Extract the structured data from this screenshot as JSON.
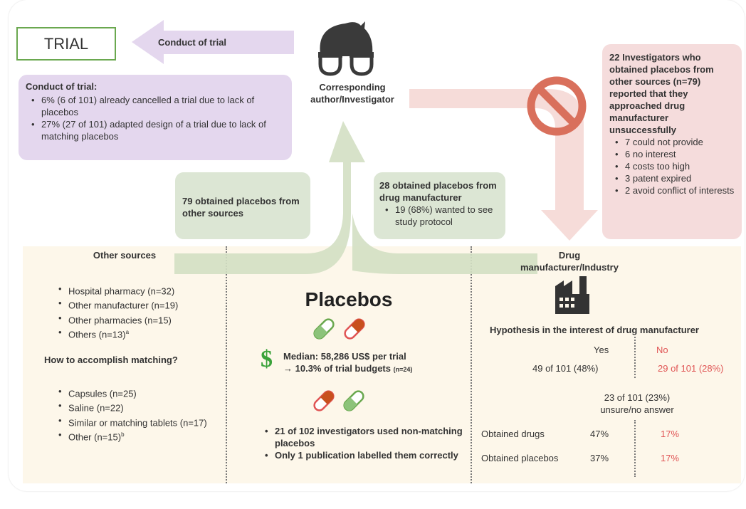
{
  "trial": {
    "box_label": "TRIAL",
    "arrow_label": "Conduct of trial",
    "panel_title": "Conduct of trial:",
    "items": [
      "6% (6 of 101) already cancelled a trial due to lack of placebos",
      "27% (27 of 101) adapted design  of a trial due to lack of matching placebos"
    ]
  },
  "investigator": {
    "icon": "person-with-glasses-icon",
    "label_line1": "Corresponding",
    "label_line2": "author/Investigator"
  },
  "unsuccessful": {
    "icon": "prohibited-icon",
    "title": "22 Investigators who obtained placebos from other sources (n=79) reported that they approached drug manufacturer unsuccessfully",
    "items": [
      "7 could not provide",
      "6 no interest",
      "4 costs too high",
      "3 patent expired",
      "2 avoid conflict of interests"
    ]
  },
  "flows": {
    "other_sources_label": "79 obtained placebos from other sources",
    "manufacturer_title": "28 obtained placebos from drug manufacturer",
    "manufacturer_items": [
      "19 (68%) wanted to see study protocol"
    ]
  },
  "other_sources": {
    "heading": "Other sources",
    "items": [
      {
        "text": "Hospital pharmacy (n=32)",
        "sup": ""
      },
      {
        "text": "Other manufacturer (n=19)",
        "sup": ""
      },
      {
        "text": "Other pharmacies (n=15)",
        "sup": ""
      },
      {
        "text": "Others (n=13)",
        "sup": "a"
      }
    ],
    "matching_heading": "How to accomplish matching?",
    "matching_items": [
      {
        "text": "Capsules (n=25)",
        "sup": ""
      },
      {
        "text": "Saline (n=22)",
        "sup": ""
      },
      {
        "text": "Similar or matching tablets (n=17)",
        "sup": ""
      },
      {
        "text": "Other (n=15)",
        "sup": "b"
      }
    ]
  },
  "placebos": {
    "title": "Placebos",
    "pill_icons_top": [
      "green-pill-icon",
      "red-pill-icon"
    ],
    "dollar_icon": "dollar-icon",
    "median_line": "Median: 58,286 US$ per trial",
    "budget_arrow": "→",
    "budget_line": "10.3% of trial budgets",
    "budget_n": "(n=24)",
    "pill_icons_bottom": [
      "red-pill-icon",
      "green-pill-icon"
    ],
    "items": [
      "21 of 102 investigators used non-matching placebos",
      "Only 1 publication labelled them correctly"
    ]
  },
  "manufacturer": {
    "heading_line1": "Drug",
    "heading_line2": "manufacturer/Industry",
    "icon": "factory-icon",
    "hypothesis_title": "Hypothesis in the interest of drug manufacturer",
    "yes_label": "Yes",
    "no_label": "No",
    "yes_value": "49 of 101 (48%)",
    "no_value": "29 of 101 (28%)",
    "unsure_value": "23 of 101 (23%)",
    "unsure_label": "unsure/no answer",
    "rows": [
      {
        "label": "Obtained drugs",
        "yes": "47%",
        "no": "17%"
      },
      {
        "label": "Obtained placebos",
        "yes": "37%",
        "no": "17%"
      }
    ]
  },
  "colors": {
    "trial_green": "#6aa84f",
    "purple": "#e4d7ee",
    "pink": "#f5dcdc",
    "green": "#dce6d4",
    "cream": "#fdf7ea",
    "no_red": "#e05555",
    "prohibit_red": "#d9705c"
  }
}
